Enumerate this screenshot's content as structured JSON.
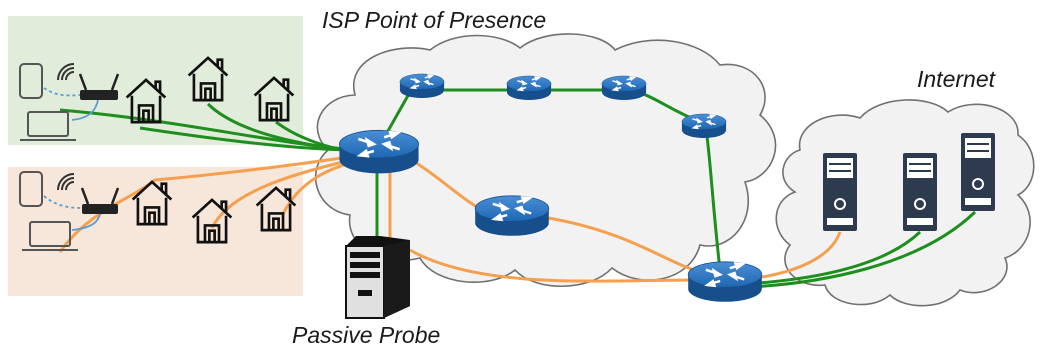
{
  "labels": {
    "isp_pop": "ISP Point of Presence",
    "internet": "Internet",
    "passive_probe": "Passive Probe"
  },
  "colors": {
    "area_green": "#e2ecdb",
    "area_orange": "#f7e6da",
    "link_green": "#1e8f1e",
    "link_orange": "#f4a04e",
    "router_blue": "#1f67b3",
    "server_dark": "#2e3a4d"
  },
  "icons": [
    "phone-icon",
    "wifi-icon",
    "home-router-icon",
    "laptop-icon",
    "house-icon",
    "router-icon",
    "server-icon",
    "cloud-icon"
  ]
}
